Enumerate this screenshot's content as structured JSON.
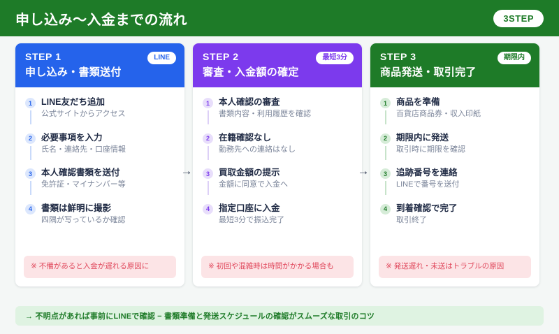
{
  "header": {
    "title": "申し込み〜入金までの流れ",
    "badge": "3STEP",
    "bg_color": "#1E7B28"
  },
  "steps": [
    {
      "kicker": "STEP 1",
      "title": "申し込み・書類送付",
      "badge": "LINE",
      "accent": "#2563EB",
      "items": [
        {
          "n": "1",
          "title": "LINE友だち追加",
          "sub": "公式サイトからアクセス"
        },
        {
          "n": "2",
          "title": "必要事項を入力",
          "sub": "氏名・連絡先・口座情報"
        },
        {
          "n": "3",
          "title": "本人確認書類を送付",
          "sub": "免許証・マイナンバー等"
        },
        {
          "n": "4",
          "title": "書類は鮮明に撮影",
          "sub": "四隅が写っているか確認"
        }
      ],
      "note": "※ 不備があると入金が遅れる原因に"
    },
    {
      "kicker": "STEP 2",
      "title": "審査・入金額の確定",
      "badge": "最短3分",
      "accent": "#7C3AED",
      "items": [
        {
          "n": "1",
          "title": "本人確認の審査",
          "sub": "書類内容・利用履歴を確認"
        },
        {
          "n": "2",
          "title": "在籍確認なし",
          "sub": "勤務先への連絡はなし"
        },
        {
          "n": "3",
          "title": "買取金額の提示",
          "sub": "金額に同意で入金へ"
        },
        {
          "n": "4",
          "title": "指定口座に入金",
          "sub": "最短3分で振込完了"
        }
      ],
      "note": "※ 初回や混雑時は時間がかかる場合も"
    },
    {
      "kicker": "STEP 3",
      "title": "商品発送・取引完了",
      "badge": "期限内",
      "accent": "#1E7B28",
      "items": [
        {
          "n": "1",
          "title": "商品を準備",
          "sub": "百貨店商品券・収入印紙"
        },
        {
          "n": "2",
          "title": "期限内に発送",
          "sub": "取引時に期限を確認"
        },
        {
          "n": "3",
          "title": "追跡番号を連絡",
          "sub": "LINEで番号を送付"
        },
        {
          "n": "4",
          "title": "到着確認で完了",
          "sub": "取引終了"
        }
      ],
      "note": "※ 発送遅れ・未送はトラブルの原因"
    }
  ],
  "arrows": {
    "glyph": "→"
  },
  "footer": {
    "text": "→ 不明点があれば事前にLINEで確認 − 書類準備と発送スケジュールの確認がスムーズな取引のコツ"
  }
}
